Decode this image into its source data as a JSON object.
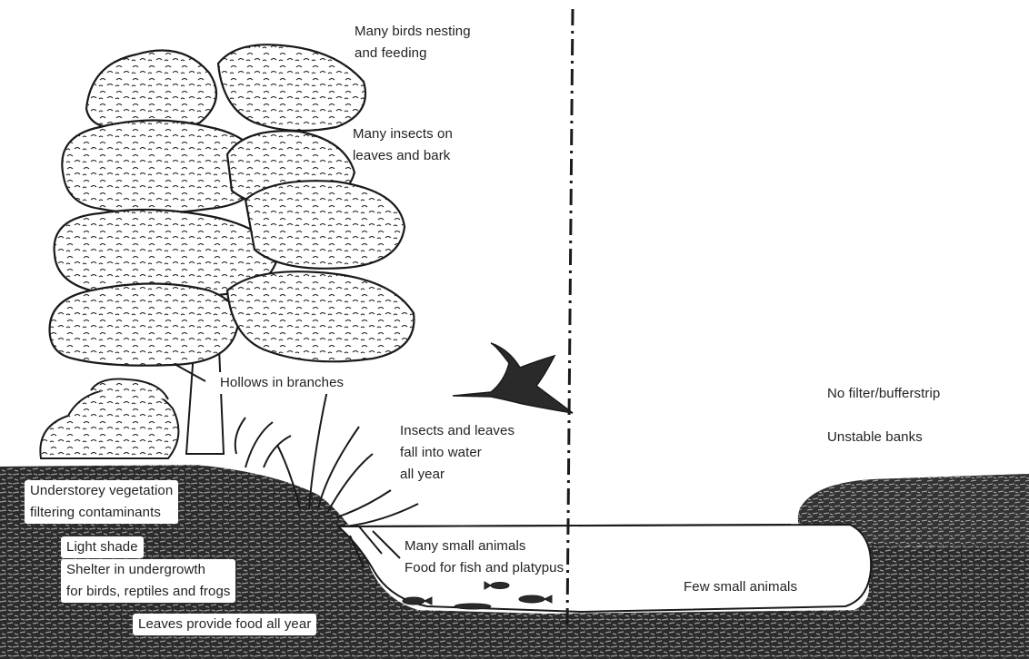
{
  "colors": {
    "ink": "#1a1a1a",
    "soil": "#2b2b2b",
    "paper": "#ffffff"
  },
  "icons": [
    "tree-icon",
    "shrub-icon",
    "reeds-icon",
    "heron-icon",
    "fish-icon"
  ],
  "labels": {
    "birds": "Many birds nesting\nand feeding",
    "insects_leaves_bark": "Many insects on\nleaves and bark",
    "hollows": "Hollows in branches",
    "insects_fall": "Insects and leaves\nfall into water\nall year",
    "understorey": "Understorey vegetation\nfiltering contaminants",
    "light_shade": "Light shade",
    "shelter": "Shelter in undergrowth\nfor birds, reptiles and frogs",
    "leaves_food": "Leaves provide food all year",
    "many_small_animals": "Many small animals\nFood for fish and platypus",
    "no_filter": "No filter/bufferstrip",
    "unstable_banks": "Unstable banks",
    "few_small_animals": "Few small animals"
  }
}
